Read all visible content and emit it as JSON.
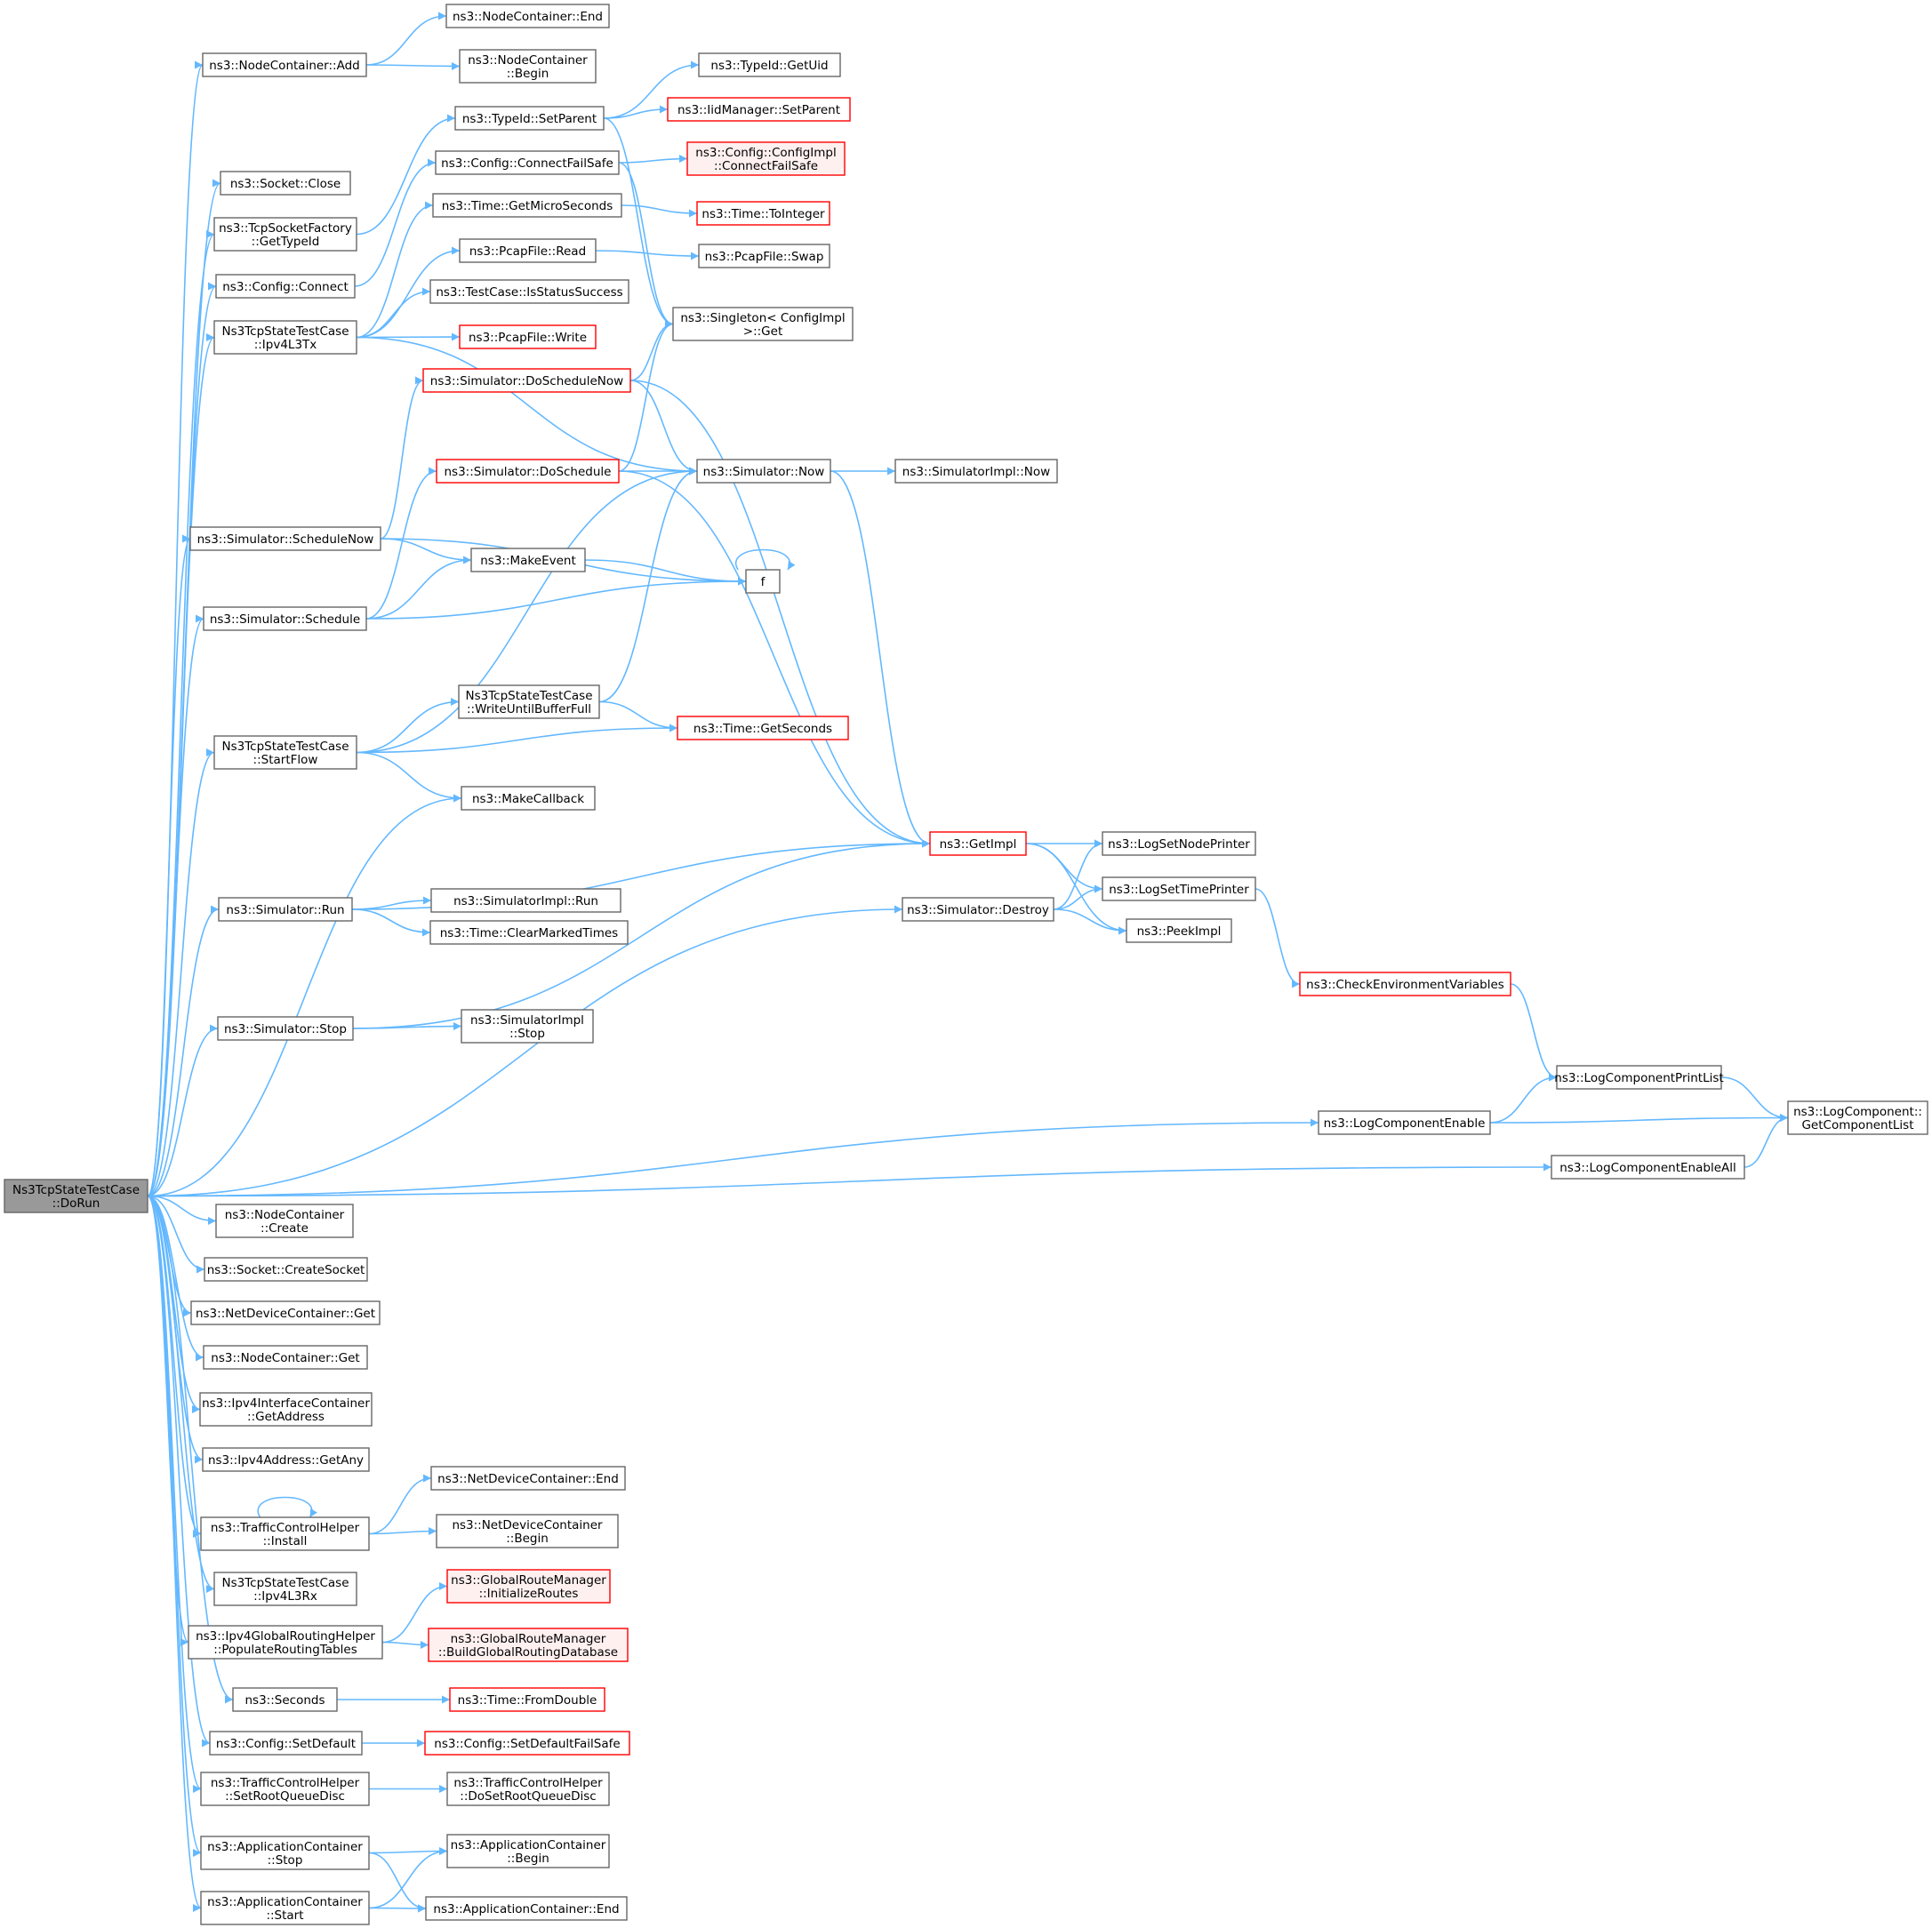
{
  "colors": {
    "edge": "#63b8ff",
    "box_border": "#666666",
    "root_fill": "#999999",
    "incomplete_border": "#ff0000",
    "incomplete_fill": "#fff0f0"
  },
  "nodes": [
    {
      "id": "root",
      "lines": [
        "Ns3TcpStateTestCase",
        "::DoRun"
      ],
      "style": "root"
    },
    {
      "id": "nc_add",
      "lines": [
        "ns3::NodeContainer::Add"
      ]
    },
    {
      "id": "nc_end",
      "lines": [
        "ns3::NodeContainer::End"
      ]
    },
    {
      "id": "nc_begin",
      "lines": [
        "ns3::NodeContainer",
        "::Begin"
      ]
    },
    {
      "id": "typeid_getuid",
      "lines": [
        "ns3::TypeId::GetUid"
      ]
    },
    {
      "id": "typeid_setparent",
      "lines": [
        "ns3::TypeId::SetParent"
      ]
    },
    {
      "id": "iid_setparent",
      "lines": [
        "ns3::IidManager::SetParent"
      ],
      "style": "red"
    },
    {
      "id": "socket_close",
      "lines": [
        "ns3::Socket::Close"
      ]
    },
    {
      "id": "cfg_cfs",
      "lines": [
        "ns3::Config::ConnectFailSafe"
      ]
    },
    {
      "id": "cfgimpl_cfs",
      "lines": [
        "ns3::Config::ConfigImpl",
        "::ConnectFailSafe"
      ],
      "style": "pink"
    },
    {
      "id": "tcpsf_gettypeid",
      "lines": [
        "ns3::TcpSocketFactory",
        "::GetTypeId"
      ]
    },
    {
      "id": "time_getmicro",
      "lines": [
        "ns3::Time::GetMicroSeconds"
      ]
    },
    {
      "id": "time_tointeger",
      "lines": [
        "ns3::Time::ToInteger"
      ],
      "style": "red"
    },
    {
      "id": "pcap_read",
      "lines": [
        "ns3::PcapFile::Read"
      ]
    },
    {
      "id": "pcap_swap",
      "lines": [
        "ns3::PcapFile::Swap"
      ]
    },
    {
      "id": "cfg_connect",
      "lines": [
        "ns3::Config::Connect"
      ]
    },
    {
      "id": "tc_isstatus",
      "lines": [
        "ns3::TestCase::IsStatusSuccess"
      ]
    },
    {
      "id": "singleton_get",
      "lines": [
        "ns3::Singleton< ConfigImpl",
        ">::Get"
      ]
    },
    {
      "id": "ipv4l3tx",
      "lines": [
        "Ns3TcpStateTestCase",
        "::Ipv4L3Tx"
      ]
    },
    {
      "id": "pcap_write",
      "lines": [
        "ns3::PcapFile::Write"
      ],
      "style": "red"
    },
    {
      "id": "sim_doschednow",
      "lines": [
        "ns3::Simulator::DoScheduleNow"
      ],
      "style": "red"
    },
    {
      "id": "sim_dosched",
      "lines": [
        "ns3::Simulator::DoSchedule"
      ],
      "style": "red"
    },
    {
      "id": "sim_now",
      "lines": [
        "ns3::Simulator::Now"
      ]
    },
    {
      "id": "simimpl_now",
      "lines": [
        "ns3::SimulatorImpl::Now"
      ]
    },
    {
      "id": "sim_schednow",
      "lines": [
        "ns3::Simulator::ScheduleNow"
      ]
    },
    {
      "id": "makeevent",
      "lines": [
        "ns3::MakeEvent"
      ]
    },
    {
      "id": "f",
      "lines": [
        "f"
      ]
    },
    {
      "id": "sim_sched",
      "lines": [
        "ns3::Simulator::Schedule"
      ]
    },
    {
      "id": "writeuntil",
      "lines": [
        "Ns3TcpStateTestCase",
        "::WriteUntilBufferFull"
      ]
    },
    {
      "id": "startflow",
      "lines": [
        "Ns3TcpStateTestCase",
        "::StartFlow"
      ]
    },
    {
      "id": "time_getseconds",
      "lines": [
        "ns3::Time::GetSeconds"
      ],
      "style": "red"
    },
    {
      "id": "makecallback",
      "lines": [
        "ns3::MakeCallback"
      ]
    },
    {
      "id": "getimpl",
      "lines": [
        "ns3::GetImpl"
      ],
      "style": "red"
    },
    {
      "id": "logsetnode",
      "lines": [
        "ns3::LogSetNodePrinter"
      ]
    },
    {
      "id": "sim_run",
      "lines": [
        "ns3::Simulator::Run"
      ]
    },
    {
      "id": "simimpl_run",
      "lines": [
        "ns3::SimulatorImpl::Run"
      ]
    },
    {
      "id": "logsettime",
      "lines": [
        "ns3::LogSetTimePrinter"
      ]
    },
    {
      "id": "sim_destroy",
      "lines": [
        "ns3::Simulator::Destroy"
      ]
    },
    {
      "id": "time_clearmarked",
      "lines": [
        "ns3::Time::ClearMarkedTimes"
      ]
    },
    {
      "id": "peekimpl",
      "lines": [
        "ns3::PeekImpl"
      ]
    },
    {
      "id": "checkenv",
      "lines": [
        "ns3::CheckEnvironmentVariables"
      ],
      "style": "red"
    },
    {
      "id": "sim_stop",
      "lines": [
        "ns3::Simulator::Stop"
      ]
    },
    {
      "id": "simimpl_stop",
      "lines": [
        "ns3::SimulatorImpl",
        "::Stop"
      ]
    },
    {
      "id": "logcomp_printlist",
      "lines": [
        "ns3::LogComponentPrintList"
      ]
    },
    {
      "id": "logcomp_enable",
      "lines": [
        "ns3::LogComponentEnable"
      ]
    },
    {
      "id": "logcomp_getlist",
      "lines": [
        "ns3::LogComponent::",
        "GetComponentList"
      ]
    },
    {
      "id": "logcomp_enableall",
      "lines": [
        "ns3::LogComponentEnableAll"
      ]
    },
    {
      "id": "nc_create",
      "lines": [
        "ns3::NodeContainer",
        "::Create"
      ]
    },
    {
      "id": "socket_create",
      "lines": [
        "ns3::Socket::CreateSocket"
      ]
    },
    {
      "id": "ndc_get",
      "lines": [
        "ns3::NetDeviceContainer::Get"
      ]
    },
    {
      "id": "nc_get",
      "lines": [
        "ns3::NodeContainer::Get"
      ]
    },
    {
      "id": "ipv4ic_getaddr",
      "lines": [
        "ns3::Ipv4InterfaceContainer",
        "::GetAddress"
      ]
    },
    {
      "id": "ipv4addr_getany",
      "lines": [
        "ns3::Ipv4Address::GetAny"
      ]
    },
    {
      "id": "ndc_end",
      "lines": [
        "ns3::NetDeviceContainer::End"
      ]
    },
    {
      "id": "tch_install",
      "lines": [
        "ns3::TrafficControlHelper",
        "::Install"
      ]
    },
    {
      "id": "ndc_begin",
      "lines": [
        "ns3::NetDeviceContainer",
        "::Begin"
      ]
    },
    {
      "id": "ipv4l3rx",
      "lines": [
        "Ns3TcpStateTestCase",
        "::Ipv4L3Rx"
      ]
    },
    {
      "id": "grm_init",
      "lines": [
        "ns3::GlobalRouteManager",
        "::InitializeRoutes"
      ],
      "style": "pink"
    },
    {
      "id": "ipv4grh_populate",
      "lines": [
        "ns3::Ipv4GlobalRoutingHelper",
        "::PopulateRoutingTables"
      ]
    },
    {
      "id": "grm_build",
      "lines": [
        "ns3::GlobalRouteManager",
        "::BuildGlobalRoutingDatabase"
      ],
      "style": "pink"
    },
    {
      "id": "seconds",
      "lines": [
        "ns3::Seconds"
      ]
    },
    {
      "id": "time_fromdouble",
      "lines": [
        "ns3::Time::FromDouble"
      ],
      "style": "red"
    },
    {
      "id": "cfg_setdefault",
      "lines": [
        "ns3::Config::SetDefault"
      ]
    },
    {
      "id": "cfg_setdefaultfs",
      "lines": [
        "ns3::Config::SetDefaultFailSafe"
      ],
      "style": "red"
    },
    {
      "id": "tch_setroot",
      "lines": [
        "ns3::TrafficControlHelper",
        "::SetRootQueueDisc"
      ]
    },
    {
      "id": "tch_dosetroot",
      "lines": [
        "ns3::TrafficControlHelper",
        "::DoSetRootQueueDisc"
      ]
    },
    {
      "id": "ac_stop",
      "lines": [
        "ns3::ApplicationContainer",
        "::Stop"
      ]
    },
    {
      "id": "ac_begin",
      "lines": [
        "ns3::ApplicationContainer",
        "::Begin"
      ]
    },
    {
      "id": "ac_start",
      "lines": [
        "ns3::ApplicationContainer",
        "::Start"
      ]
    },
    {
      "id": "ac_end",
      "lines": [
        "ns3::ApplicationContainer::End"
      ]
    }
  ],
  "edges": [
    [
      "root",
      "nc_add"
    ],
    [
      "root",
      "socket_close"
    ],
    [
      "root",
      "tcpsf_gettypeid"
    ],
    [
      "root",
      "cfg_connect"
    ],
    [
      "root",
      "ipv4l3tx"
    ],
    [
      "root",
      "sim_schednow"
    ],
    [
      "root",
      "sim_sched"
    ],
    [
      "root",
      "startflow"
    ],
    [
      "root",
      "makecallback"
    ],
    [
      "root",
      "sim_run"
    ],
    [
      "root",
      "sim_stop"
    ],
    [
      "root",
      "sim_destroy"
    ],
    [
      "root",
      "logcomp_enable"
    ],
    [
      "root",
      "logcomp_enableall"
    ],
    [
      "root",
      "nc_create"
    ],
    [
      "root",
      "socket_create"
    ],
    [
      "root",
      "ndc_get"
    ],
    [
      "root",
      "nc_get"
    ],
    [
      "root",
      "ipv4ic_getaddr"
    ],
    [
      "root",
      "ipv4addr_getany"
    ],
    [
      "root",
      "tch_install"
    ],
    [
      "root",
      "ipv4l3rx"
    ],
    [
      "root",
      "ipv4grh_populate"
    ],
    [
      "root",
      "seconds"
    ],
    [
      "root",
      "cfg_setdefault"
    ],
    [
      "root",
      "tch_setroot"
    ],
    [
      "root",
      "ac_stop"
    ],
    [
      "root",
      "ac_start"
    ],
    [
      "nc_add",
      "nc_end"
    ],
    [
      "nc_add",
      "nc_begin"
    ],
    [
      "tcpsf_gettypeid",
      "typeid_setparent"
    ],
    [
      "typeid_setparent",
      "typeid_getuid"
    ],
    [
      "typeid_setparent",
      "iid_setparent"
    ],
    [
      "typeid_setparent",
      "singleton_get"
    ],
    [
      "cfg_connect",
      "cfg_cfs"
    ],
    [
      "cfg_cfs",
      "cfgimpl_cfs"
    ],
    [
      "cfg_cfs",
      "singleton_get"
    ],
    [
      "ipv4l3tx",
      "time_getmicro"
    ],
    [
      "ipv4l3tx",
      "pcap_read"
    ],
    [
      "ipv4l3tx",
      "tc_isstatus"
    ],
    [
      "ipv4l3tx",
      "pcap_write"
    ],
    [
      "ipv4l3tx",
      "sim_now"
    ],
    [
      "time_getmicro",
      "time_tointeger"
    ],
    [
      "pcap_read",
      "pcap_swap"
    ],
    [
      "sim_schednow",
      "sim_doschednow"
    ],
    [
      "sim_schednow",
      "makeevent"
    ],
    [
      "sim_schednow",
      "f"
    ],
    [
      "sim_doschednow",
      "singleton_get"
    ],
    [
      "sim_doschednow",
      "sim_now"
    ],
    [
      "sim_doschednow",
      "getimpl"
    ],
    [
      "sim_sched",
      "sim_dosched"
    ],
    [
      "sim_sched",
      "makeevent"
    ],
    [
      "sim_sched",
      "f"
    ],
    [
      "sim_dosched",
      "singleton_get"
    ],
    [
      "sim_dosched",
      "sim_now"
    ],
    [
      "sim_dosched",
      "getimpl"
    ],
    [
      "sim_now",
      "simimpl_now"
    ],
    [
      "sim_now",
      "getimpl"
    ],
    [
      "makeevent",
      "f"
    ],
    [
      "f",
      "f"
    ],
    [
      "startflow",
      "sim_now"
    ],
    [
      "startflow",
      "writeuntil"
    ],
    [
      "startflow",
      "time_getseconds"
    ],
    [
      "startflow",
      "makecallback"
    ],
    [
      "writeuntil",
      "sim_now"
    ],
    [
      "writeuntil",
      "time_getseconds"
    ],
    [
      "sim_run",
      "getimpl"
    ],
    [
      "sim_run",
      "simimpl_run"
    ],
    [
      "sim_run",
      "time_clearmarked"
    ],
    [
      "sim_stop",
      "getimpl"
    ],
    [
      "sim_stop",
      "simimpl_stop"
    ],
    [
      "getimpl",
      "logsetnode"
    ],
    [
      "getimpl",
      "logsettime"
    ],
    [
      "getimpl",
      "peekimpl"
    ],
    [
      "sim_destroy",
      "logsetnode"
    ],
    [
      "sim_destroy",
      "logsettime"
    ],
    [
      "sim_destroy",
      "peekimpl"
    ],
    [
      "logsettime",
      "checkenv"
    ],
    [
      "checkenv",
      "logcomp_printlist"
    ],
    [
      "logcomp_printlist",
      "logcomp_getlist"
    ],
    [
      "logcomp_enable",
      "logcomp_printlist"
    ],
    [
      "logcomp_enable",
      "logcomp_getlist"
    ],
    [
      "logcomp_enableall",
      "logcomp_getlist"
    ],
    [
      "tch_install",
      "tch_install"
    ],
    [
      "tch_install",
      "ndc_end"
    ],
    [
      "tch_install",
      "ndc_begin"
    ],
    [
      "ipv4grh_populate",
      "grm_init"
    ],
    [
      "ipv4grh_populate",
      "grm_build"
    ],
    [
      "seconds",
      "time_fromdouble"
    ],
    [
      "cfg_setdefault",
      "cfg_setdefaultfs"
    ],
    [
      "tch_setroot",
      "tch_dosetroot"
    ],
    [
      "ac_stop",
      "ac_begin"
    ],
    [
      "ac_stop",
      "ac_end"
    ],
    [
      "ac_start",
      "ac_begin"
    ],
    [
      "ac_start",
      "ac_end"
    ]
  ]
}
